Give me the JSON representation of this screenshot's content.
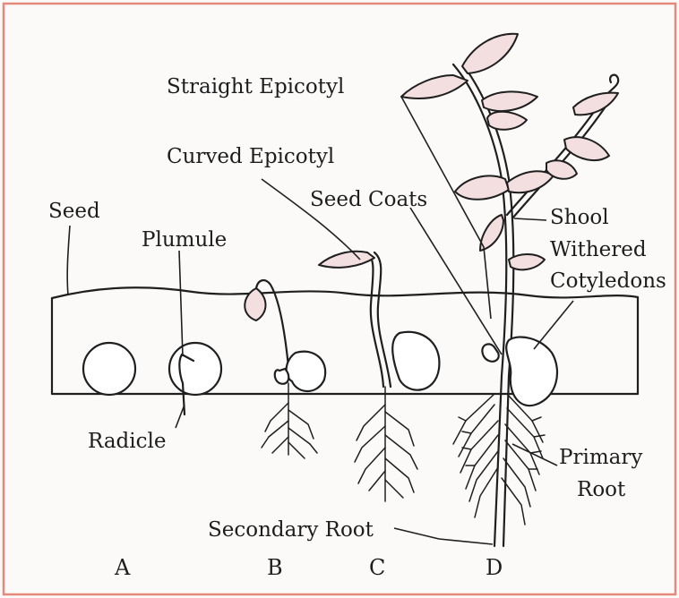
{
  "colors": {
    "leaf_fill": "#f3dfe0",
    "frame": "#e58a7a",
    "ink": "#1f1f1f"
  },
  "labels": {
    "straight_epicotyl": "Straight Epicotyl",
    "curved_epicotyl": "Curved Epicotyl",
    "seed_coats": "Seed Coats",
    "shool": "Shool",
    "withered": "Withered",
    "cotyledons": "Cotyledons",
    "seed": "Seed",
    "plumule": "Plumule",
    "radicle": "Radicle",
    "primary": "Primary",
    "root": "Root",
    "secondary_root": "Secondary Root"
  },
  "stages": [
    "A",
    "B",
    "C",
    "D"
  ]
}
